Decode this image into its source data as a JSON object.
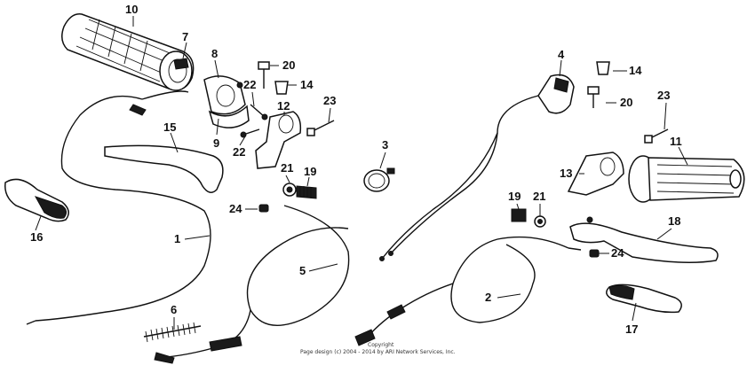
{
  "callouts": {
    "c1": "1",
    "c2": "2",
    "c3": "3",
    "c4": "4",
    "c5": "5",
    "c6": "6",
    "c7": "7",
    "c8": "8",
    "c9": "9",
    "c10": "10",
    "c11": "11",
    "c12": "12",
    "c13": "13",
    "c14a": "14",
    "c14b": "14",
    "c15": "15",
    "c16": "16",
    "c17": "17",
    "c18": "18",
    "c19a": "19",
    "c19b": "19",
    "c20a": "20",
    "c20b": "20",
    "c21a": "21",
    "c21b": "21",
    "c22a": "22",
    "c22b": "22",
    "c23a": "23",
    "c23b": "23",
    "c24a": "24",
    "c24b": "24"
  },
  "copyright": {
    "line1": "Copyright",
    "line2": "Page design (c) 2004 - 2014 by ARI Network Services, Inc."
  }
}
